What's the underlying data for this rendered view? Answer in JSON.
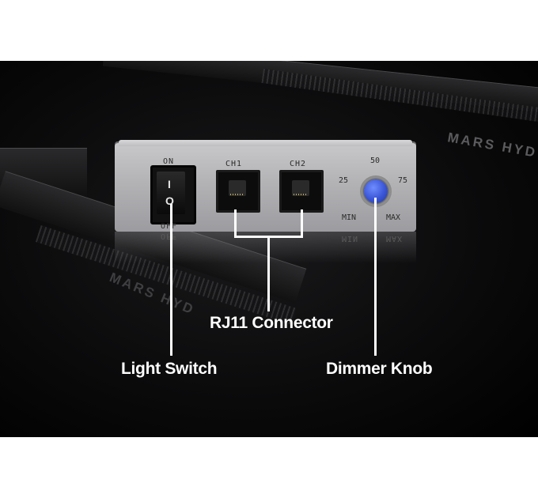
{
  "device": {
    "switch_on_label": "ON",
    "switch_off_label": "OFF",
    "switch_off_reflection": "OFF",
    "rocker_on_glyph": "I",
    "rocker_off_glyph": "O",
    "channel1_label": "CH1",
    "channel2_label": "CH2",
    "dial": {
      "mark_25": "25",
      "mark_50": "50",
      "mark_75": "75",
      "min_label": "MIN",
      "max_label": "MAX",
      "min_reflection": "MIN",
      "max_reflection": "MAX"
    }
  },
  "background": {
    "brand_upper": "MARS HYD",
    "brand_lower": "MARS HYD"
  },
  "callouts": {
    "connector": "RJ11 Connector",
    "switch": "Light Switch",
    "knob": "Dimmer Knob"
  },
  "colors": {
    "background": "#000000",
    "device_body": "#b8b8bb",
    "knob": "#3a55d6",
    "callout_text": "#ffffff"
  }
}
